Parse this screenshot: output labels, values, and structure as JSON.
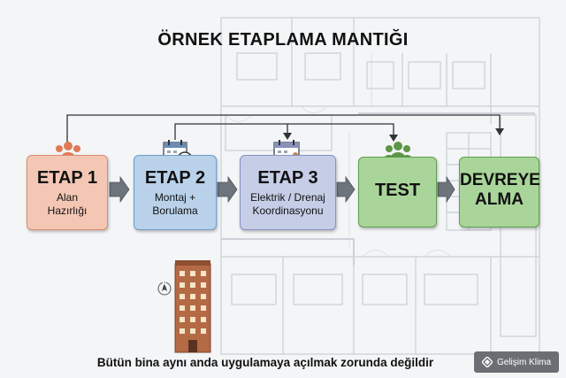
{
  "title": "ÖRNEK ETAPLAMA MANTIĞI",
  "stages": [
    {
      "title": "ETAP 1",
      "subtitle_lines": [
        "Alan",
        "Hazırlığı"
      ],
      "fill": "#f4c7b5",
      "border": "#e08a6a",
      "icon": "people-group-icon"
    },
    {
      "title": "ETAP 2",
      "subtitle_lines": [
        "Montaj +",
        "Borulama"
      ],
      "fill": "#b9d2ea",
      "border": "#6d9ccc",
      "icon": "calendar-clock-icon"
    },
    {
      "title": "ETAP 3",
      "subtitle_lines": [
        "Elektrik / Drenaj",
        "Koordinasyonu"
      ],
      "fill": "#c6cde6",
      "border": "#8592c2",
      "icon": "calendar-people-icon"
    },
    {
      "title": "TEST",
      "subtitle_lines": [],
      "fill": "#a9d59a",
      "border": "#5f9e4e",
      "icon": "people-group-icon"
    },
    {
      "title": "DEVREYE\nALMA",
      "subtitle_lines": [],
      "fill": "#a9d59a",
      "border": "#5f9e4e",
      "icon": ""
    }
  ],
  "caption": "Bütün bina aynı anda uygulamaya açılmak zorunda değildir",
  "brand": {
    "label": "Gelişim Klima",
    "icon": "logo-icon"
  },
  "compass_label": "N"
}
